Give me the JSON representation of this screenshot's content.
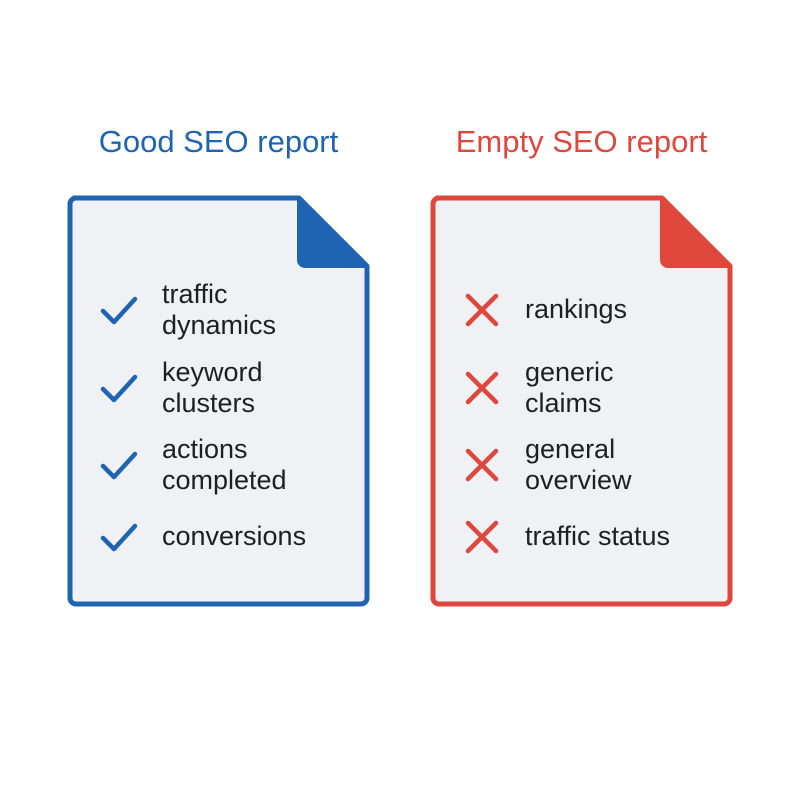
{
  "colors": {
    "good": "#1f63b3",
    "empty": "#e0473c",
    "doc_fill": "#f0f1f4",
    "text": "#1f1f1f"
  },
  "good_report": {
    "title": "Good SEO report",
    "icon": "checkmark-icon",
    "items": [
      {
        "line1": "traffic",
        "line2": "dynamics"
      },
      {
        "line1": "keyword",
        "line2": "clusters"
      },
      {
        "line1": "actions",
        "line2": "completed"
      },
      {
        "line1": "conversions",
        "line2": ""
      }
    ]
  },
  "empty_report": {
    "title": "Empty SEO report",
    "icon": "cross-icon",
    "items": [
      {
        "line1": "rankings",
        "line2": ""
      },
      {
        "line1": "generic",
        "line2": "claims"
      },
      {
        "line1": "general",
        "line2": "overview"
      },
      {
        "line1": "traffic status",
        "line2": ""
      }
    ]
  }
}
